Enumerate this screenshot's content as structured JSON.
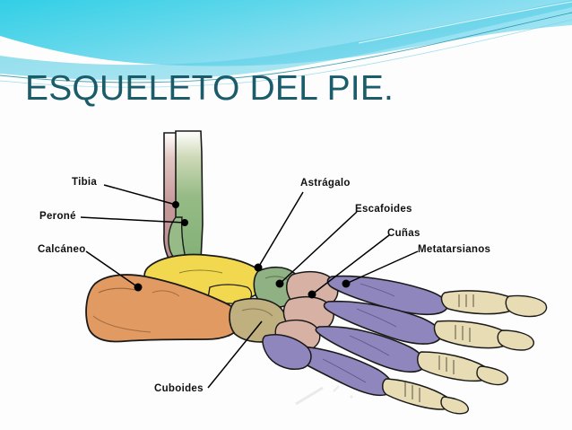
{
  "slide": {
    "title": "ESQUELETO DEL PIE.",
    "title_color": "#1b5c6b",
    "background_color": "#ffffff"
  },
  "header": {
    "decoration": "wave-banner",
    "gradient_from": "#3fd2e8",
    "gradient_to": "#8fdff0",
    "accent_line_color": "#1a8fa3"
  },
  "diagram": {
    "name": "human-foot-skeleton-lateral-view",
    "labels": [
      {
        "id": "tibia",
        "text": "Tibia",
        "side": "left"
      },
      {
        "id": "perone",
        "text": "Peroné",
        "side": "left"
      },
      {
        "id": "calcaneo",
        "text": "Calcáneo",
        "side": "left"
      },
      {
        "id": "astragalo",
        "text": "Astrágalo",
        "side": "right"
      },
      {
        "id": "escafoides",
        "text": "Escafoides",
        "side": "right"
      },
      {
        "id": "cunas",
        "text": "Cuñas",
        "side": "right"
      },
      {
        "id": "metatarsianos",
        "text": "Metatarsianos",
        "side": "right"
      },
      {
        "id": "cuboides",
        "text": "Cuboides",
        "side": "bottom"
      }
    ],
    "bone_colors": {
      "tibia": "#8cb583",
      "perone": "#c59a9a",
      "astragalo": "#f2d84e",
      "calcaneo": "#e09a62",
      "escafoides": "#8fb183",
      "cuboides": "#c0b080",
      "cunas": "#d7b1a4",
      "metatarsianos": "#8f86bd",
      "falanges": "#e8dcb4",
      "outline": "#1a1a1a"
    },
    "label_text_color": "#101010",
    "leader_line_color": "#000000"
  }
}
